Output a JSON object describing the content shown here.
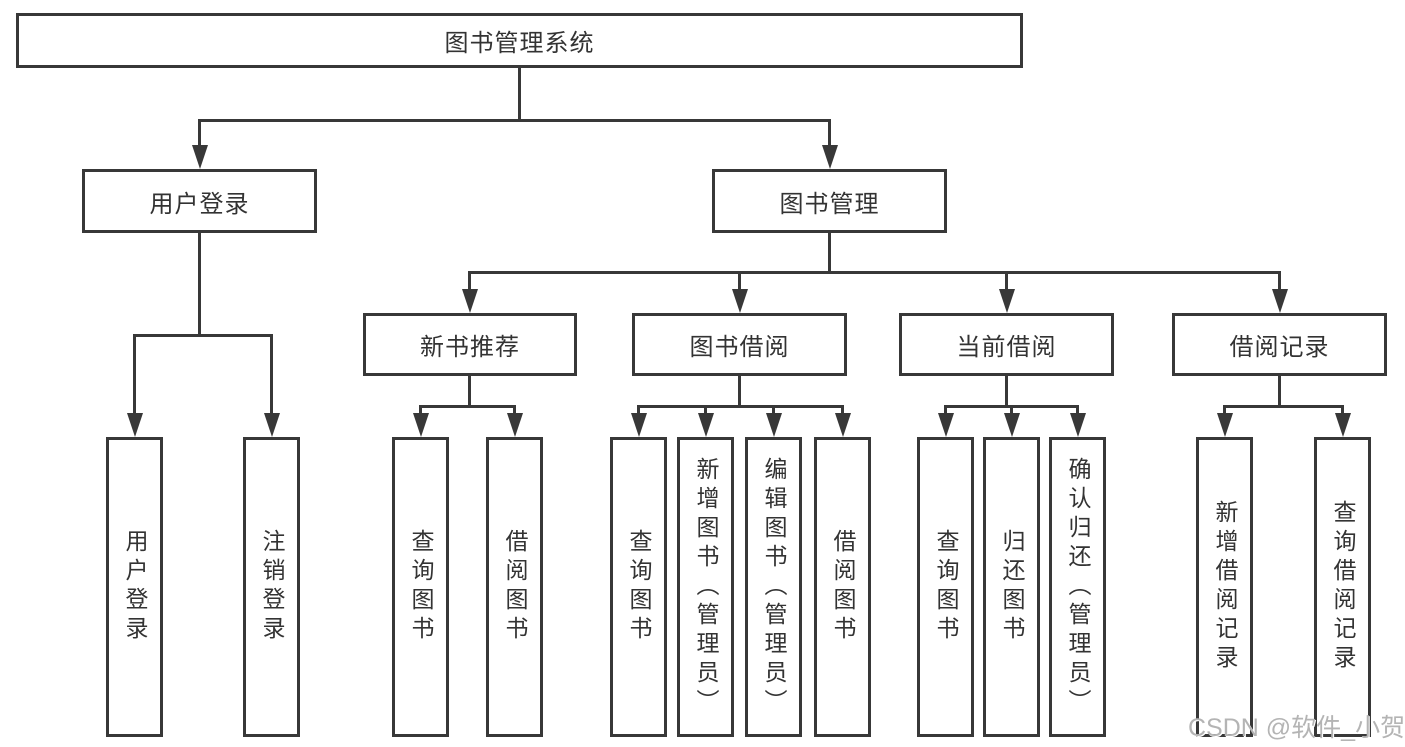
{
  "diagram": {
    "root": "图书管理系统",
    "level2": {
      "login": "用户登录",
      "management": "图书管理"
    },
    "level3": {
      "recommend": "新书推荐",
      "borrowing": "图书借阅",
      "current": "当前借阅",
      "records": "借阅记录"
    },
    "leaves": {
      "login": [
        "用户登录",
        "注销登录"
      ],
      "recommend": [
        "查询图书",
        "借阅图书"
      ],
      "borrowing": [
        "查询图书",
        "新增图书（管理员）",
        "编辑图书（管理员）",
        "借阅图书"
      ],
      "current": [
        "查询图书",
        "归还图书",
        "确认归还（管理员）"
      ],
      "records": [
        "新增借阅记录",
        "查询借阅记录"
      ]
    }
  },
  "watermark": "CSDN @软件_小贺同学",
  "colors": {
    "line": "#383838",
    "text": "#333333",
    "watermark": "#b4b4b4",
    "background": "#ffffff"
  }
}
